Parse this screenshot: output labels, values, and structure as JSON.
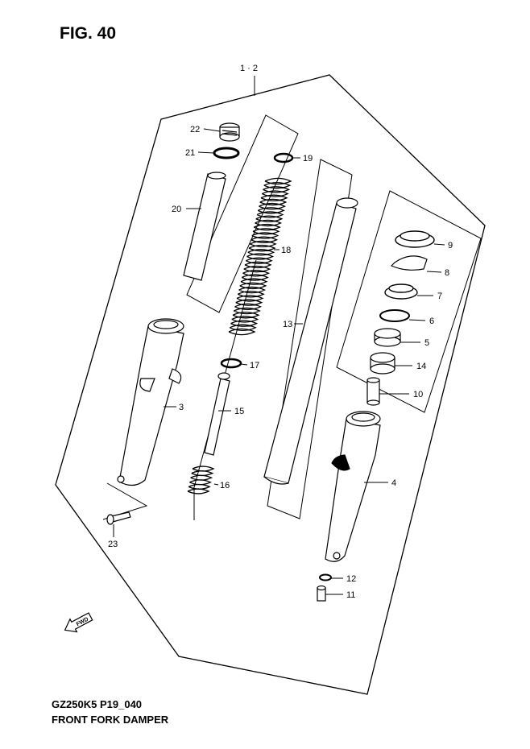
{
  "figure": {
    "title": "FIG. 40",
    "assembly_label": "1 · 2",
    "fwd_label": "FWD"
  },
  "footer": {
    "model_code": "GZ250K5 P19_040",
    "assembly_name": "FRONT FORK  DAMPER"
  },
  "callouts": [
    {
      "id": "p22",
      "label": "22"
    },
    {
      "id": "p21",
      "label": "21"
    },
    {
      "id": "p20",
      "label": "20"
    },
    {
      "id": "p19",
      "label": "19"
    },
    {
      "id": "p18",
      "label": "18"
    },
    {
      "id": "p17",
      "label": "17"
    },
    {
      "id": "p16",
      "label": "16"
    },
    {
      "id": "p15",
      "label": "15"
    },
    {
      "id": "p13",
      "label": "13"
    },
    {
      "id": "p9",
      "label": "9"
    },
    {
      "id": "p8",
      "label": "8"
    },
    {
      "id": "p7",
      "label": "7"
    },
    {
      "id": "p6",
      "label": "6"
    },
    {
      "id": "p5",
      "label": "5"
    },
    {
      "id": "p14",
      "label": "14"
    },
    {
      "id": "p10",
      "label": "10"
    },
    {
      "id": "p4",
      "label": "4"
    },
    {
      "id": "p3",
      "label": "3"
    },
    {
      "id": "p23",
      "label": "23"
    },
    {
      "id": "p12",
      "label": "12"
    },
    {
      "id": "p11",
      "label": "11"
    }
  ]
}
